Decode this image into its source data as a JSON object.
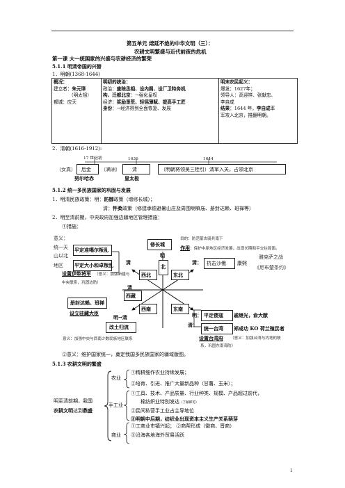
{
  "header": {
    "unit_title": "第五单元  绵延不绝的中华文明（三）：",
    "unit_subtitle": "农耕文明繁盛与近代前夜的危机",
    "lesson_title": "第一课  大一统国家的兴盛与农耕经济的繁荣",
    "s511": "5.1.1  明清帝国的兴替",
    "s511_item1": "1．明朝(1368-1644)"
  },
  "ming_table": {
    "c1_title": "概况：",
    "c1_l1_a": "建立者：",
    "c1_l1_b": "朱元璋",
    "c1_l2": "（明太祖）",
    "c1_l3": "都城：应天",
    "c2_title": "明初的统治：",
    "c2_l1_a": "政治：",
    "c2_l1_b": "废除丞相、设内阁、设厂卫特务机",
    "c2_l2_a": "构、迁都北京",
    "c2_l2_b": "：→强化皇权",
    "c2_l3_a": "经济：",
    "c2_l3_b": "奖励垦荒、轻徭薄赋、提高手工匠",
    "c2_l4_a": "身份",
    "c2_l4_b": "：→经济得到全面恢复、发展",
    "c3_title": "明末农民起义：",
    "c3_l1": "爆发：1627年；",
    "c3_l2": "领导人：高迎祥、张献忠、",
    "c3_l3": "李自成",
    "c3_l4_a": "结果",
    "c3_l4_b": "：1644 年，",
    "c3_l4_c": "李自成",
    "c3_l4_d": "率",
    "c3_l5": "军攻入北京，推翻明朝。"
  },
  "qing_timeline": {
    "item2": "2．清朝(1616-1912):",
    "c17": "17 世纪初",
    "y1636": "1636",
    "y1644": "1644",
    "nuzhen": "（女真）",
    "houjin": "后金",
    "manzhou": "（满洲）",
    "qing": "清",
    "event": "（明朝将领吴三桂引）清军入关，占领北京",
    "nurhaci": "努尔哈赤",
    "huangtaiji": "皇太极"
  },
  "s512": {
    "title": "5.1.2  统一多民族国家的巩固与发展",
    "l1_a": "1．明清民族政策：明：",
    "l1_b": "防御",
    "l1_c": "政策（增修长城）；",
    "l2_a": "清：",
    "l2_b": "怀柔",
    "l2_c": "政策（修建承德避暑山庄及周围喇嘛庙、册封达赖、班禅等）",
    "l3": "2．明至清前期，中央政府加强边疆地区管理措施：",
    "l4": "①措施："
  },
  "diagram": {
    "yiyi_top": "意义：",
    "yiyi_top2": "统一天",
    "yiyi_top3": "山以北",
    "yiyi_top4": "地区",
    "pingding_zhungeer": "平定准噶尔叛乱",
    "pingding_dahe": "平定大小和卓叛乱",
    "shezhi_yili": "设置伊犁将军",
    "yili_note": "（意义：加强新疆与",
    "yili_note2": "中央联系，巩固边防）",
    "xiuchangcheng": "修长城",
    "mudi": "目的：防范蒙古骑兵南下",
    "zuoyong_a": "作用",
    "zuoyong_b": "：保护中原地区经济发展，出现长期和平交往局面。",
    "ming_top": "明",
    "north": "北",
    "qing_left1": "清",
    "xibei": "西北",
    "dongbei": "东北",
    "qing_right1": "清：",
    "kangji": "抗击沙俄",
    "kangxi": "康熙",
    "yakesa": "雅克萨之战",
    "nibuchu": "《尼布楚条约》",
    "qing_left2": "清",
    "xizang": "西藏",
    "cefeng": "册封达赖、班禅",
    "shezhi_zhuzang": "设立驻藏大臣",
    "ming_qing": "明→清",
    "xinan": "西南",
    "dongnan": "东南",
    "gaitu": "改土归流",
    "xinan_note": "意义：加强中央与西南少数民族地区联系",
    "ming_right": "明：",
    "qing_right2": "清：",
    "pingwo": "平定倭寇",
    "qijiguang": "戚继光，俞大猷",
    "tongyi_taiwan": "统一台湾",
    "zheng": "郑成功 KO 荷兰殖民者",
    "shezhi_taiwan": "设置台湾府",
    "taiwan_note": "（意义：加强台湾与内地的联",
    "taiwan_note2": "系，巩固东南海防）",
    "yiyi_final": "②意义：维护国家统一，奠定我国多民族国家的疆域版图。"
  },
  "s513": {
    "title": "5.1.3  农耕文明的繁盛",
    "left1": "明至清前期，我国",
    "left2_a": "农耕文明",
    "left2_b": "达到",
    "left2_c": "鼎盛",
    "nongye": "农业",
    "ny1": "①精耕细作农业持续发展；",
    "ny2": "②培育、引进、推广大量新品种（甘薯、玉米）；",
    "shougongye": "手工业",
    "sg1": "①工具、技术、产品质量、行业种类、规模、产品超过前代，",
    "sg1b": "棉纺织业特别发达",
    "sg1c": "（了解即可）",
    "sg2": "②民间私营手工业占主导地位",
    "sg3": "③明朝中后期，纺织业出现资本主义生产关系萌芽",
    "shangye": "商业",
    "sy1": "①工商业市镇兴起；  ②商帮形成（徽商、晋商）",
    "sy2": "③沿海各地海外贸易活跃"
  },
  "page_number": "1"
}
